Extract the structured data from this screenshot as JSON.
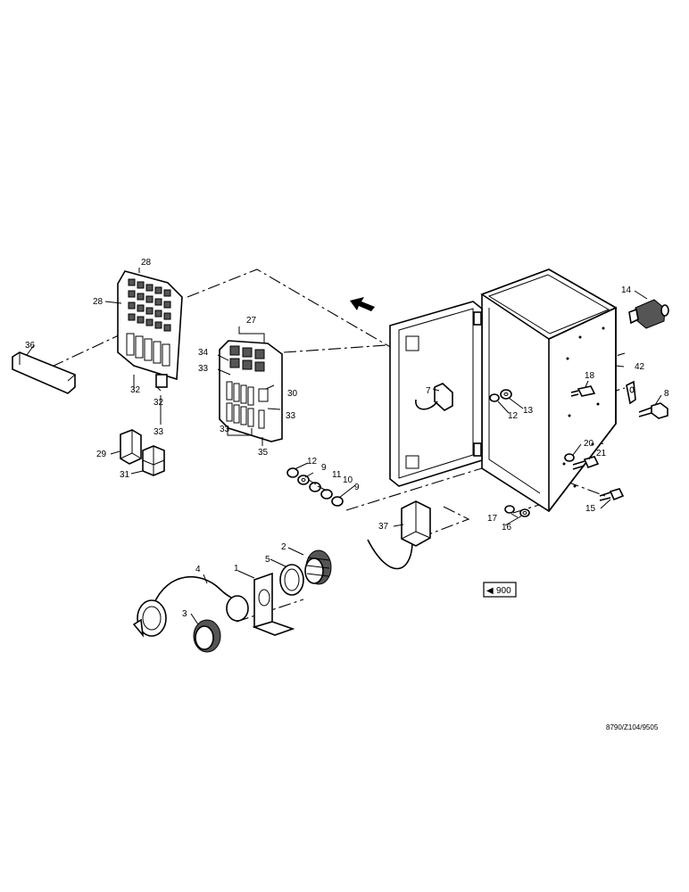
{
  "callouts": {
    "c28a": "28",
    "c28b": "28",
    "c36": "36",
    "c32a": "32",
    "c32b": "32",
    "c33a": "33",
    "c27": "27",
    "c34": "34",
    "c33b": "33",
    "c30": "30",
    "c33c": "33",
    "c33d": "33",
    "c35": "35",
    "c29": "29",
    "c31": "31",
    "c12a": "12",
    "c9a": "9",
    "c11": "11",
    "c10": "10",
    "c9b": "9",
    "c7": "7",
    "c12b": "12",
    "c13": "13",
    "c14": "14",
    "c42": "42",
    "c18": "18",
    "c8": "8",
    "c20": "20",
    "c21": "21",
    "c15": "15",
    "c17": "17",
    "c16": "16",
    "c37": "37",
    "c4": "4",
    "c1": "1",
    "c5": "5",
    "c2": "2",
    "c3": "3"
  },
  "reference_tag": {
    "arrow_glyph": "◀",
    "page": "900"
  },
  "document_code": "8790/Z104/9505"
}
